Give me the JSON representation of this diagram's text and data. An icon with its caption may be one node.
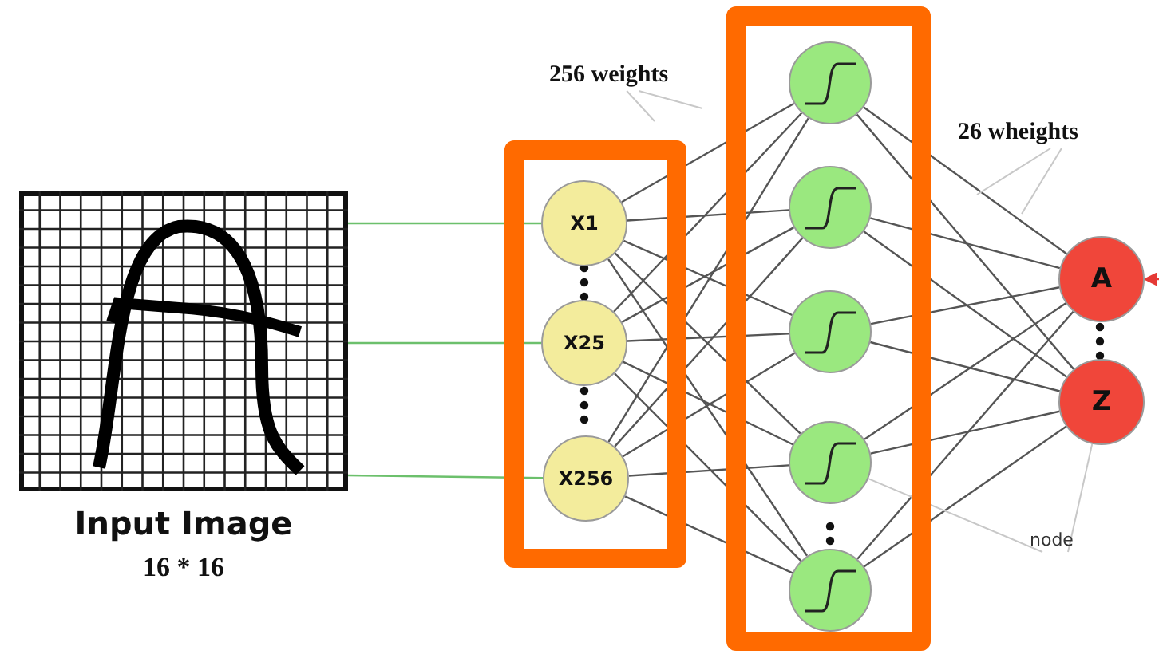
{
  "diagram": {
    "nodes": [
      {
        "text": [],
        "shape": "picture",
        "beside": [
          "Input Image",
          "16 * 16"
        ]
      },
      {
        "text": [],
        "shape": "box"
      },
      {
        "text": [
          "X1"
        ],
        "in": 1
      },
      {
        "text": [
          "X25"
        ],
        "in": 1
      },
      {
        "text": [
          "X256"
        ],
        "in": 1
      },
      {
        "text": [],
        "shape": "box"
      },
      {
        "text": [],
        "shape": "circle",
        "in": 5
      },
      {
        "text": [],
        "shape": "circle",
        "in": 5
      },
      {
        "text": [],
        "shape": "circle",
        "in": 5
      },
      {
        "text": [],
        "shape": "circle",
        "in": 5
      },
      {
        "text": [],
        "shape": "circle",
        "in": 5
      },
      {
        "text": [
          "A"
        ]
      },
      {
        "text": [
          "Z"
        ]
      },
      {
        "text": [
          "256 weights"
        ]
      },
      {
        "text": [
          "26 wheights"
        ]
      },
      {
        "text": [
          "node"
        ]
      }
    ],
    "edges": [
      {
        "from": 0,
        "to": 2,
        "arrow": "none",
        "color": "#6cc06c"
      },
      {
        "from": 0,
        "to": 3,
        "arrow": "none",
        "color": "#6cc06c"
      },
      {
        "from": 0,
        "to": 4,
        "arrow": "none",
        "color": "#6cc06c"
      },
      {
        "from": 2,
        "to": 6,
        "arrow": "none"
      },
      {
        "from": 2,
        "to": 7,
        "arrow": "none"
      },
      {
        "from": 2,
        "to": 8,
        "arrow": "none"
      },
      {
        "from": 2,
        "to": 9,
        "arrow": "none"
      },
      {
        "from": 2,
        "to": 10,
        "arrow": "none"
      },
      {
        "from": 3,
        "to": 6,
        "arrow": "none"
      },
      {
        "from": 3,
        "to": 7,
        "arrow": "none"
      },
      {
        "from": 3,
        "to": 8,
        "arrow": "none"
      },
      {
        "from": 3,
        "to": 9,
        "arrow": "none"
      },
      {
        "from": 3,
        "to": 10,
        "arrow": "none"
      },
      {
        "from": 4,
        "to": 6,
        "arrow": "none"
      },
      {
        "from": 4,
        "to": 7,
        "arrow": "none"
      },
      {
        "from": 4,
        "to": 8,
        "arrow": "none"
      },
      {
        "from": 4,
        "to": 9,
        "arrow": "none"
      },
      {
        "from": 4,
        "to": 10,
        "arrow": "none"
      },
      {
        "from": 6,
        "to": 11,
        "arrow": "none"
      },
      {
        "from": 6,
        "to": 12,
        "arrow": "none"
      },
      {
        "from": 7,
        "to": 11,
        "arrow": "none"
      },
      {
        "from": 7,
        "to": 12,
        "arrow": "none"
      },
      {
        "from": 8,
        "to": 11,
        "arrow": "none"
      },
      {
        "from": 8,
        "to": 12,
        "arrow": "none"
      },
      {
        "from": 9,
        "to": 11,
        "arrow": "none"
      },
      {
        "from": 9,
        "to": 12,
        "arrow": "none"
      },
      {
        "from": 10,
        "to": 11,
        "arrow": "none"
      },
      {
        "from": 10,
        "to": 12,
        "arrow": "none"
      },
      {
        "from": null,
        "to": 11,
        "arrow": "to",
        "color": "#e53935"
      },
      {
        "from": 13,
        "to": null,
        "arrow": "none",
        "color": "#c8c8c8"
      },
      {
        "from": 13,
        "to": null,
        "arrow": "none",
        "color": "#c8c8c8"
      },
      {
        "from": 14,
        "to": null,
        "arrow": "none",
        "color": "#c8c8c8"
      },
      {
        "from": 14,
        "to": null,
        "arrow": "none",
        "color": "#c8c8c8"
      },
      {
        "from": 15,
        "to": 12,
        "arrow": "none",
        "color": "#c8c8c8"
      },
      {
        "from": 15,
        "to": 9,
        "arrow": "none",
        "color": "#c8c8c8"
      }
    ]
  }
}
